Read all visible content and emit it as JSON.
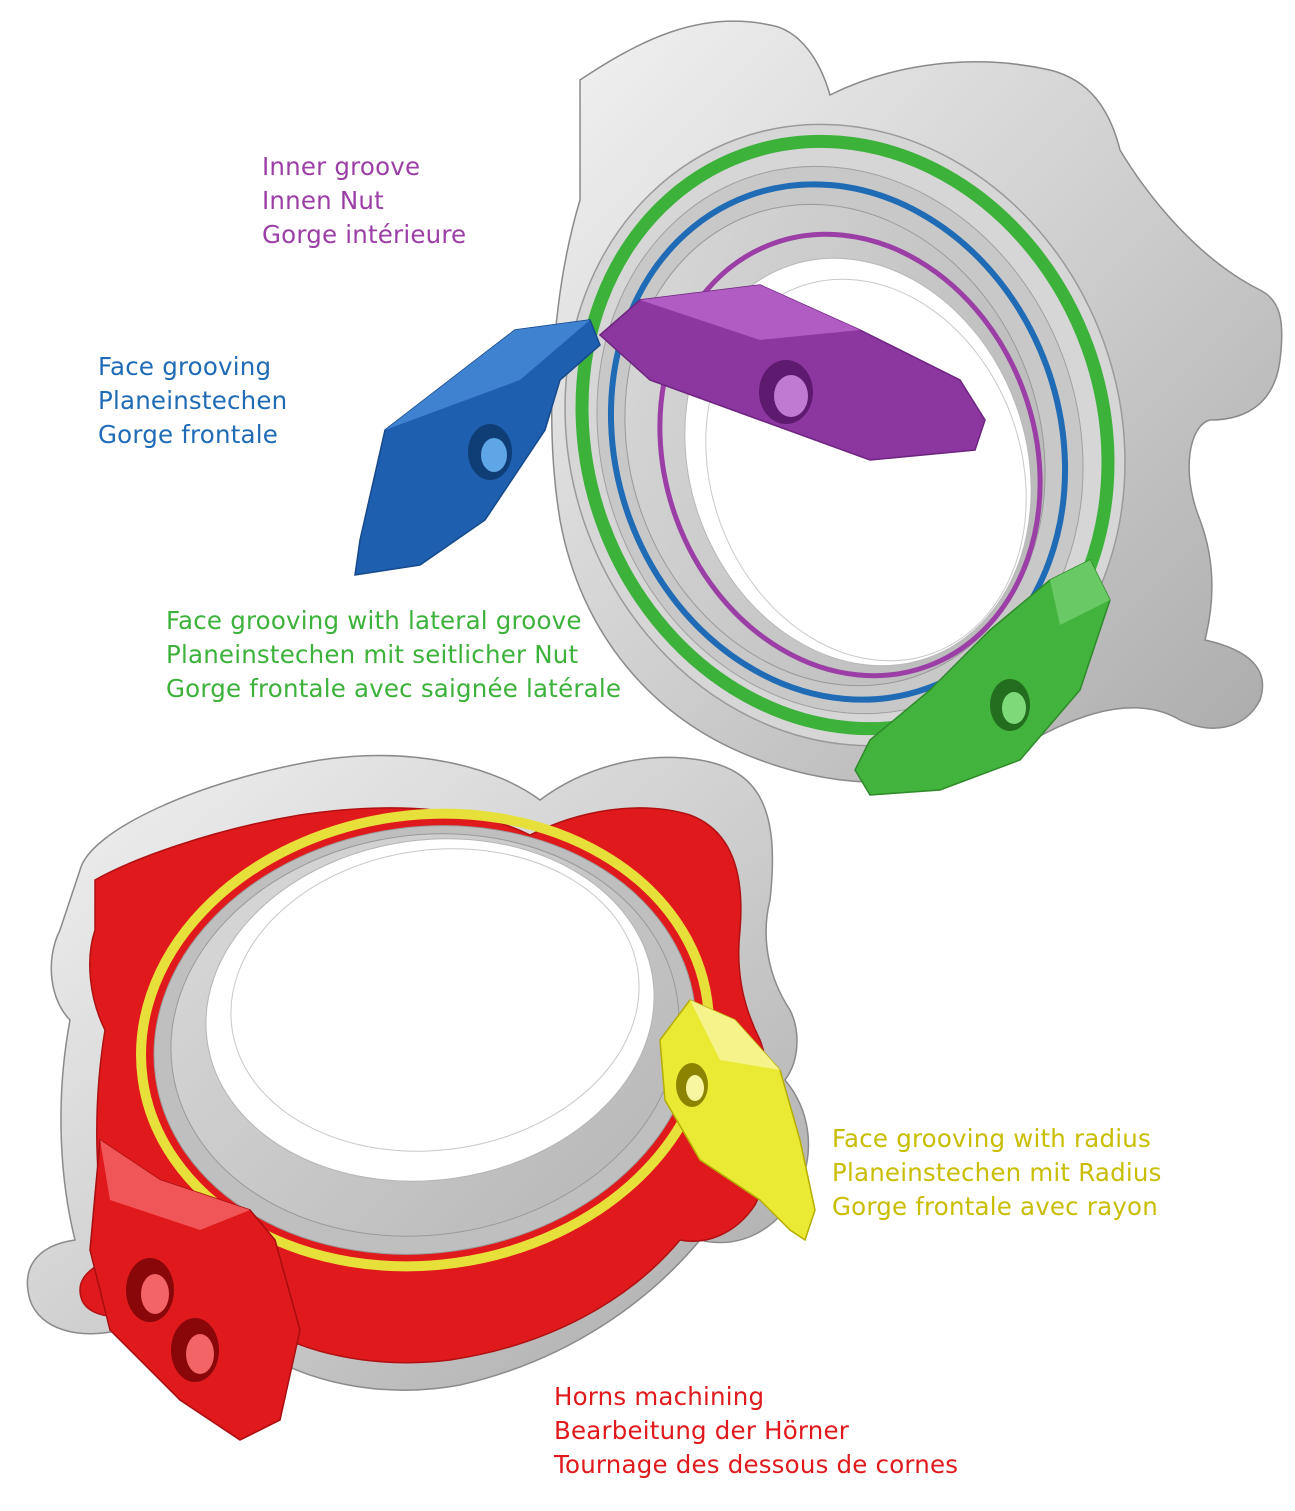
{
  "colors": {
    "inner_groove": "#9b3fa6",
    "face_grooving": "#1f6bb5",
    "lateral_groove": "#3db23b",
    "radius": "#c9bd00",
    "horns": "#e0191c"
  },
  "labels": {
    "inner_groove": {
      "en": "Inner groove",
      "de": "Innen Nut",
      "fr": "Gorge intérieure"
    },
    "face_grooving": {
      "en": "Face grooving",
      "de": "Planeinstechen",
      "fr": "Gorge frontale"
    },
    "lateral_groove": {
      "en": "Face grooving with lateral groove",
      "de": "Planeinstechen mit seitlicher Nut",
      "fr": "Gorge frontale avec saignée latérale"
    },
    "radius": {
      "en": "Face grooving with radius",
      "de": "Planeinstechen mit Radius",
      "fr": "Gorge frontale avec rayon"
    },
    "horns": {
      "en": "Horns machining",
      "de": "Bearbeitung der Hörner",
      "fr": "Tournage des dessous de cornes"
    }
  }
}
